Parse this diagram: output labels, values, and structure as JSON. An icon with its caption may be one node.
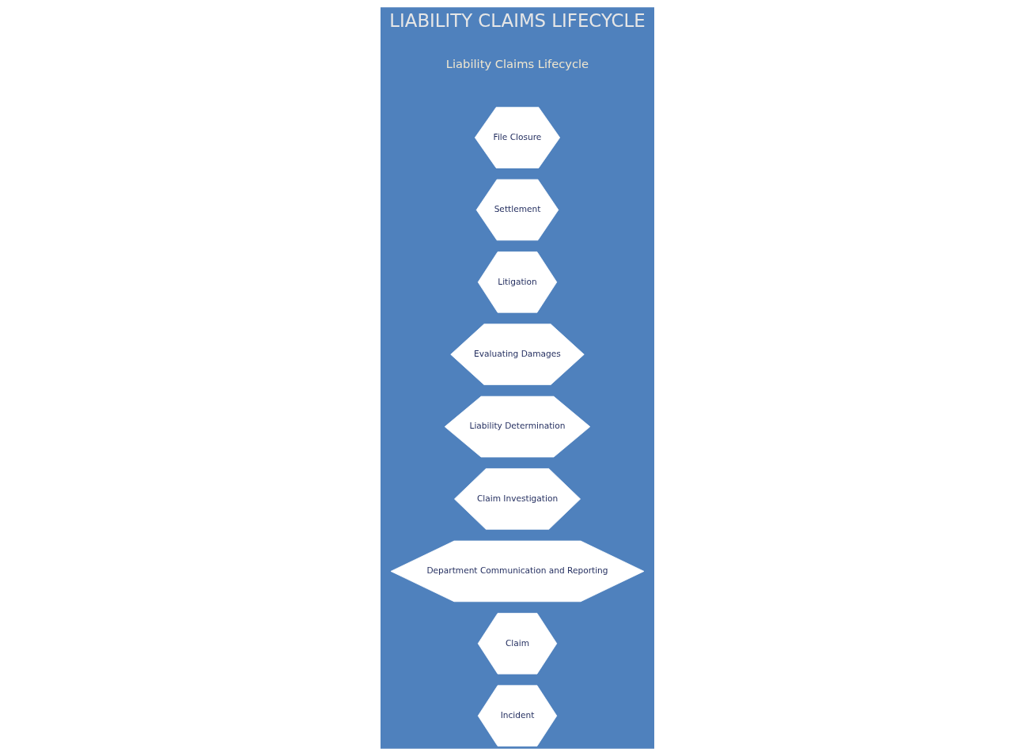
{
  "diagram": {
    "title": "LIABILITY CLAIMS LIFECYCLE",
    "nodes": [
      {
        "text": [
          "Incident"
        ]
      },
      {
        "text": [
          "Claim"
        ]
      },
      {
        "text": [
          "Department Communication and Reporting"
        ]
      },
      {
        "text": [
          "Claim Investigation"
        ]
      },
      {
        "text": [
          "Liability Determination"
        ]
      },
      {
        "text": [
          "Evaluating Damages"
        ]
      },
      {
        "text": [
          "Litigation"
        ]
      },
      {
        "text": [
          "Settlement"
        ]
      },
      {
        "text": [
          "File Closure"
        ]
      }
    ],
    "edges": [],
    "labels": [
      "Liability Claims Lifecycle"
    ]
  }
}
